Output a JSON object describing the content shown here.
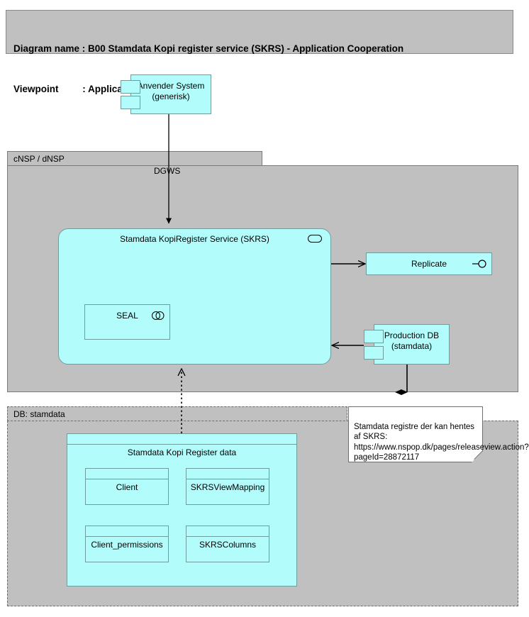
{
  "header": {
    "line1": "Diagram name : B00 Stamdata Kopi register service (SKRS) - Application Cooperation",
    "line2": "Viewpoint         : Application Cooperation"
  },
  "colors": {
    "canvas_background": "#ffffff",
    "group_fill": "#c0c0c0",
    "element_fill": "#b2fcfc",
    "element_border": "#6f9d9d",
    "group_border": "#7a7a7a",
    "note_fill": "#ffffff",
    "line": "#000000"
  },
  "nodes": {
    "anvender_system": {
      "label": "Anvender System\n(generisk)",
      "type": "application-component",
      "icon": "uml-component-icon"
    },
    "skrs_service": {
      "label": "Stamdata KopiRegister Service (SKRS)",
      "type": "application-service",
      "icon": "rounded-service-icon"
    },
    "seal": {
      "label": "SEAL",
      "type": "application-collaboration",
      "icon": "collaboration-circles-icon"
    },
    "replicate": {
      "label": "Replicate",
      "type": "application-interface",
      "icon": "lollipop-interface-icon"
    },
    "production_db": {
      "label": "Production DB\n(stamdata)",
      "type": "application-component",
      "icon": "uml-component-icon"
    },
    "skr_data": {
      "label": "Stamdata Kopi Register data",
      "type": "data-object"
    },
    "client": {
      "label": "Client",
      "type": "data-object"
    },
    "client_permissions": {
      "label": "Client_permissions",
      "type": "data-object"
    },
    "skrs_view_mapping": {
      "label": "SKRSViewMapping",
      "type": "data-object"
    },
    "skrs_columns": {
      "label": "SKRSColumns",
      "type": "data-object"
    }
  },
  "groups": {
    "cnsp": {
      "label": "cNSP / dNSP",
      "border_style": "solid"
    },
    "db_stamdata": {
      "label": "DB: stamdata",
      "border_style": "dashed"
    }
  },
  "connectors": {
    "dgws": {
      "label": "DGWS",
      "from": "anvender_system",
      "to": "skrs_service",
      "arrow": "filled-triangle"
    },
    "skrs_to_replicate": {
      "label": "",
      "from": "skrs_service",
      "to": "replicate",
      "arrow": "open-arrow"
    },
    "proddb_to_skrs": {
      "label": "",
      "from": "production_db",
      "to": "skrs_service",
      "arrow": "open-arrow"
    },
    "data_to_skrs": {
      "label": "",
      "from": "skr_data",
      "to": "skrs_service",
      "arrow": "open-arrow",
      "style": "dotted"
    },
    "proddb_to_note": {
      "label": "",
      "from": "production_db",
      "to": "note",
      "arrow": "filled-diamond"
    }
  },
  "note": {
    "text": "Stamdata registre der kan hentes af SKRS: https://www.nspop.dk/pages/releaseview.action?pageId=28872117"
  }
}
